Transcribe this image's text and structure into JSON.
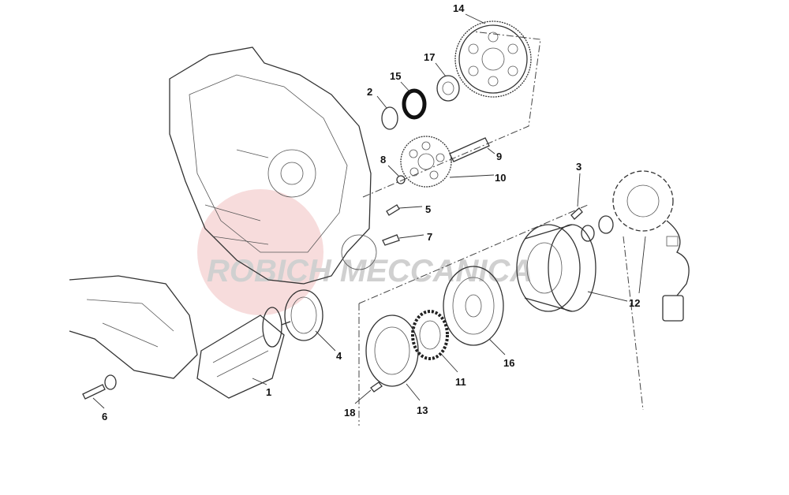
{
  "diagram": {
    "watermark": "ROBICH MECCANICA",
    "watermark_color": "#e8a0a0",
    "callouts": [
      "1",
      "2",
      "3",
      "4",
      "5",
      "6",
      "7",
      "8",
      "9",
      "10",
      "11",
      "12",
      "13",
      "14",
      "15",
      "16",
      "17",
      "18"
    ]
  }
}
